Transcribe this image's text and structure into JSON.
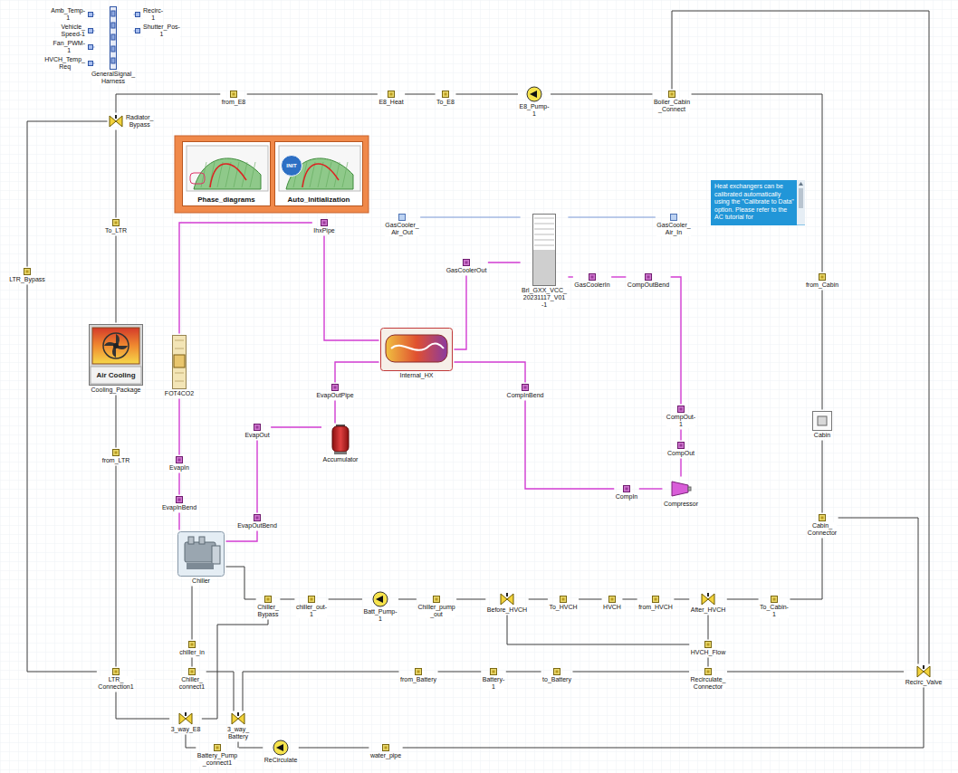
{
  "diagram": {
    "nodes": [
      {
        "text": [
          "Amb_Temp-1"
        ]
      },
      {
        "text": [
          "Recirc-1"
        ]
      },
      {
        "text": [
          "Vehicle_ Speed-1"
        ]
      },
      {
        "text": [
          "Shutter_Pos- 1"
        ]
      },
      {
        "text": [
          "Fan_PWM-1"
        ]
      },
      {
        "text": [
          "HVCH_Temp_ Req"
        ]
      },
      {
        "text": [
          "GeneralSignal_ Harness"
        ]
      },
      {
        "text": [
          "from_E8"
        ]
      },
      {
        "text": [
          "E8_Heat"
        ]
      },
      {
        "text": [
          "To_E8"
        ]
      },
      {
        "text": [
          "E8_Pump-1"
        ]
      },
      {
        "text": [
          "Boiler_Cabin _Connect"
        ]
      },
      {
        "text": [
          "Radiator_ Bypass"
        ]
      },
      {
        "text": [
          "Phase_diagrams"
        ]
      },
      {
        "text": [
          "INIT",
          "Auto_Initialization"
        ]
      },
      {
        "text": [
          "Heat exchangers can be calibrated automatically using the \"Calibrate to Data\" option. Please refer to the AC tutorial for"
        ]
      },
      {
        "text": [
          "To_LTR"
        ]
      },
      {
        "text": [
          "IhxPipe"
        ]
      },
      {
        "text": [
          "GasCooler_ Air_Out"
        ]
      },
      {
        "text": [
          "Brl_GXX_VCC_ 20231117_V01 -1"
        ]
      },
      {
        "text": [
          "GasCooler_ Air_In"
        ]
      },
      {
        "text": [
          "GasCoolerOut"
        ]
      },
      {
        "text": [
          "LTR_Bypass"
        ]
      },
      {
        "text": [
          "GasCoolerIn"
        ]
      },
      {
        "text": [
          "CompOutBend"
        ]
      },
      {
        "text": [
          "from_Cabin"
        ]
      },
      {
        "text": [
          "Air Cooling",
          "Cooling_Package"
        ]
      },
      {
        "text": [
          "FOT4CO2"
        ]
      },
      {
        "text": [
          "Internal_HX"
        ]
      },
      {
        "text": [
          "EvapOutPipe"
        ]
      },
      {
        "text": [
          "CompInBend"
        ]
      },
      {
        "text": [
          "CompOut-1"
        ]
      },
      {
        "text": [
          "Cabin"
        ]
      },
      {
        "text": [
          "EvapOut"
        ]
      },
      {
        "text": [
          "Accumulator"
        ]
      },
      {
        "text": [
          "CompOut"
        ]
      },
      {
        "text": [
          "from_LTR"
        ]
      },
      {
        "text": [
          "EvapIn"
        ]
      },
      {
        "text": [
          "CompIn"
        ]
      },
      {
        "text": [
          "Compressor"
        ]
      },
      {
        "text": [
          "EvapInBend"
        ]
      },
      {
        "text": [
          "Cabin_ Connector"
        ]
      },
      {
        "text": [
          "EvapOutBend"
        ]
      },
      {
        "text": [
          "Chiller"
        ]
      },
      {
        "text": [
          "Chiller_ Bypass"
        ]
      },
      {
        "text": [
          "chiller_out-1"
        ]
      },
      {
        "text": [
          "Batt_Pump-1"
        ]
      },
      {
        "text": [
          "Chiller_pump _out"
        ]
      },
      {
        "text": [
          "Before_HVCH"
        ]
      },
      {
        "text": [
          "To_HVCH"
        ]
      },
      {
        "text": [
          "HVCH"
        ]
      },
      {
        "text": [
          "from_HVCH"
        ]
      },
      {
        "text": [
          "After_HVCH"
        ]
      },
      {
        "text": [
          "To_Cabin-1"
        ]
      },
      {
        "text": [
          "chiller_in"
        ]
      },
      {
        "text": [
          "HVCH_Flow"
        ]
      },
      {
        "text": [
          "LTR_ Connection1"
        ]
      },
      {
        "text": [
          "Chiller_ connect1"
        ]
      },
      {
        "text": [
          "from_Battery"
        ]
      },
      {
        "text": [
          "Battery-1"
        ]
      },
      {
        "text": [
          "to_Battery"
        ]
      },
      {
        "text": [
          "Recirculate_ Connector"
        ]
      },
      {
        "text": [
          "Recirc_Valve"
        ]
      },
      {
        "text": [
          "3_way_E8"
        ]
      },
      {
        "text": [
          "3_way_ Battery"
        ]
      },
      {
        "text": [
          "Battery_Pump _connect1"
        ]
      },
      {
        "text": [
          "ReCirculate"
        ]
      },
      {
        "text": [
          "water_pipe"
        ]
      }
    ],
    "edges": [
      {
        "from": 0,
        "to": 6,
        "arrow": "none"
      },
      {
        "from": 2,
        "to": 6,
        "arrow": "none"
      },
      {
        "from": 4,
        "to": 6,
        "arrow": "none"
      },
      {
        "from": 5,
        "to": 6,
        "arrow": "none"
      },
      {
        "from": 6,
        "to": 1,
        "arrow": "none"
      },
      {
        "from": 6,
        "to": 3,
        "arrow": "none"
      },
      {
        "from": 11,
        "to": 10,
        "arrow": "none"
      },
      {
        "from": 10,
        "to": 9,
        "arrow": "none"
      },
      {
        "from": 9,
        "to": 8,
        "arrow": "none"
      },
      {
        "from": 8,
        "to": 7,
        "arrow": "none"
      },
      {
        "from": 7,
        "to": 12,
        "arrow": "none"
      },
      {
        "from": 12,
        "to": 16,
        "arrow": "none"
      },
      {
        "from": 16,
        "to": 26,
        "arrow": "none"
      },
      {
        "from": 26,
        "to": 36,
        "arrow": "none"
      },
      {
        "from": 36,
        "to": 56,
        "arrow": "none"
      },
      {
        "from": 12,
        "to": 22,
        "arrow": "none"
      },
      {
        "from": 22,
        "to": 56,
        "arrow": "none"
      },
      {
        "from": 56,
        "to": 63,
        "arrow": "none"
      },
      {
        "from": 20,
        "to": 19,
        "arrow": "none"
      },
      {
        "from": 19,
        "to": 18,
        "arrow": "none"
      },
      {
        "from": 19,
        "to": 21,
        "arrow": "none"
      },
      {
        "from": 21,
        "to": 28,
        "arrow": "none"
      },
      {
        "from": 28,
        "to": 17,
        "arrow": "none"
      },
      {
        "from": 17,
        "to": 27,
        "arrow": "none"
      },
      {
        "from": 27,
        "to": 37,
        "arrow": "none"
      },
      {
        "from": 37,
        "to": 40,
        "arrow": "none"
      },
      {
        "from": 40,
        "to": 43,
        "arrow": "none"
      },
      {
        "from": 43,
        "to": 42,
        "arrow": "none"
      },
      {
        "from": 42,
        "to": 33,
        "arrow": "none"
      },
      {
        "from": 33,
        "to": 34,
        "arrow": "none"
      },
      {
        "from": 34,
        "to": 29,
        "arrow": "none"
      },
      {
        "from": 29,
        "to": 28,
        "arrow": "none"
      },
      {
        "from": 28,
        "to": 30,
        "arrow": "none"
      },
      {
        "from": 30,
        "to": 38,
        "arrow": "none"
      },
      {
        "from": 38,
        "to": 39,
        "arrow": "none"
      },
      {
        "from": 39,
        "to": 35,
        "arrow": "none"
      },
      {
        "from": 35,
        "to": 31,
        "arrow": "none"
      },
      {
        "from": 31,
        "to": 24,
        "arrow": "none"
      },
      {
        "from": 24,
        "to": 23,
        "arrow": "none"
      },
      {
        "from": 23,
        "to": 19,
        "arrow": "none"
      },
      {
        "from": 57,
        "to": 54,
        "arrow": "none"
      },
      {
        "from": 54,
        "to": 43,
        "arrow": "none"
      },
      {
        "from": 43,
        "to": 44,
        "arrow": "none"
      },
      {
        "from": 44,
        "to": 45,
        "arrow": "none"
      },
      {
        "from": 45,
        "to": 46,
        "arrow": "none"
      },
      {
        "from": 46,
        "to": 47,
        "arrow": "none"
      },
      {
        "from": 47,
        "to": 48,
        "arrow": "none"
      },
      {
        "from": 48,
        "to": 49,
        "arrow": "none"
      },
      {
        "from": 49,
        "to": 50,
        "arrow": "none"
      },
      {
        "from": 50,
        "to": 51,
        "arrow": "none"
      },
      {
        "from": 51,
        "to": 52,
        "arrow": "none"
      },
      {
        "from": 52,
        "to": 53,
        "arrow": "none"
      },
      {
        "from": 53,
        "to": 41,
        "arrow": "none"
      },
      {
        "from": 41,
        "to": 32,
        "arrow": "none"
      },
      {
        "from": 32,
        "to": 25,
        "arrow": "none"
      },
      {
        "from": 25,
        "to": 11,
        "arrow": "none"
      },
      {
        "from": 11,
        "to": 62,
        "arrow": "none"
      },
      {
        "from": 41,
        "to": 62,
        "arrow": "none"
      },
      {
        "from": 48,
        "to": 55,
        "arrow": "none"
      },
      {
        "from": 52,
        "to": 55,
        "arrow": "none"
      },
      {
        "from": 55,
        "to": 61,
        "arrow": "none"
      },
      {
        "from": 61,
        "to": 62,
        "arrow": "none"
      },
      {
        "from": 61,
        "to": 60,
        "arrow": "none"
      },
      {
        "from": 60,
        "to": 59,
        "arrow": "none"
      },
      {
        "from": 59,
        "to": 58,
        "arrow": "none"
      },
      {
        "from": 58,
        "to": 64,
        "arrow": "none"
      },
      {
        "from": 64,
        "to": 57,
        "arrow": "none"
      },
      {
        "from": 63,
        "to": 44,
        "arrow": "none"
      },
      {
        "from": 62,
        "to": 67,
        "arrow": "none"
      },
      {
        "from": 67,
        "to": 66,
        "arrow": "none"
      },
      {
        "from": 66,
        "to": 65,
        "arrow": "none"
      },
      {
        "from": 65,
        "to": 63,
        "arrow": "none"
      },
      {
        "from": 65,
        "to": 64,
        "arrow": "none"
      }
    ]
  }
}
